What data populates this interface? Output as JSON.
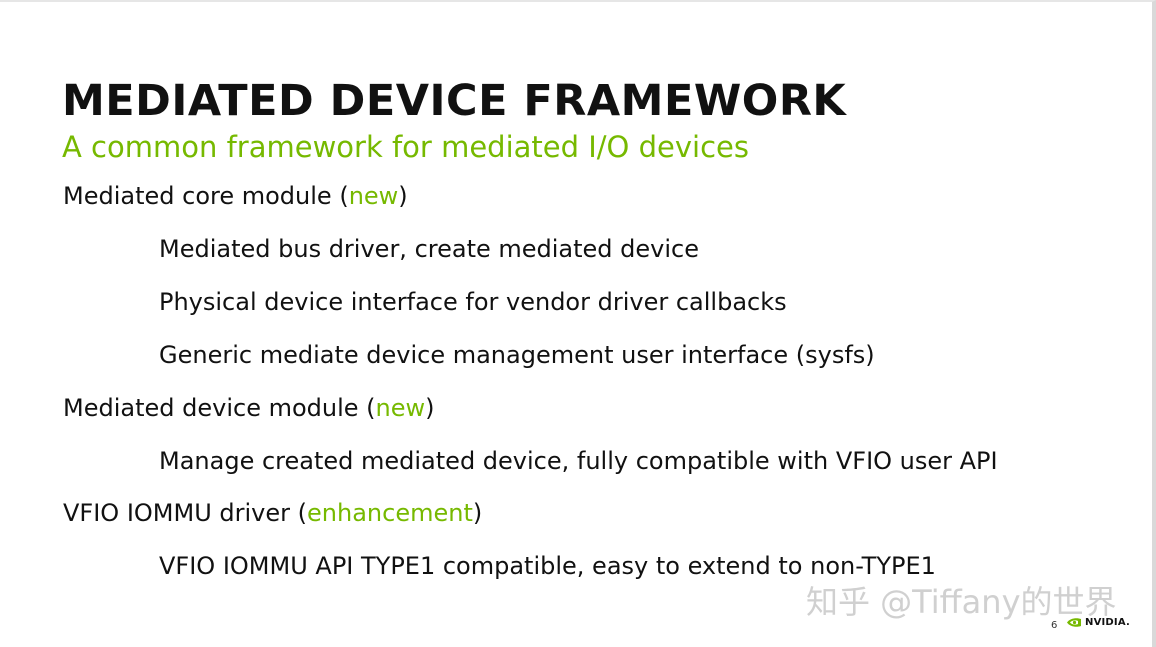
{
  "slide": {
    "title": "MEDIATED DEVICE FRAMEWORK",
    "subtitle": "A common framework for mediated I/O devices",
    "sections": [
      {
        "label": "Mediated core module",
        "tag": "new",
        "items": [
          "Mediated bus driver, create mediated device",
          "Physical device interface for vendor driver callbacks",
          "Generic mediate device management user interface (sysfs)"
        ]
      },
      {
        "label": "Mediated device module",
        "tag": "new",
        "items": [
          "Manage created mediated device, fully compatible with VFIO user API"
        ]
      },
      {
        "label": "VFIO IOMMU driver",
        "tag": "enhancement",
        "items": [
          "VFIO IOMMU API TYPE1 compatible, easy to extend to non-TYPE1"
        ]
      }
    ],
    "page_number": "6",
    "logo_text": "NVIDIA."
  },
  "watermark": "知乎 @Tiffany的世界",
  "colors": {
    "accent": "#76b900",
    "text": "#111111"
  }
}
